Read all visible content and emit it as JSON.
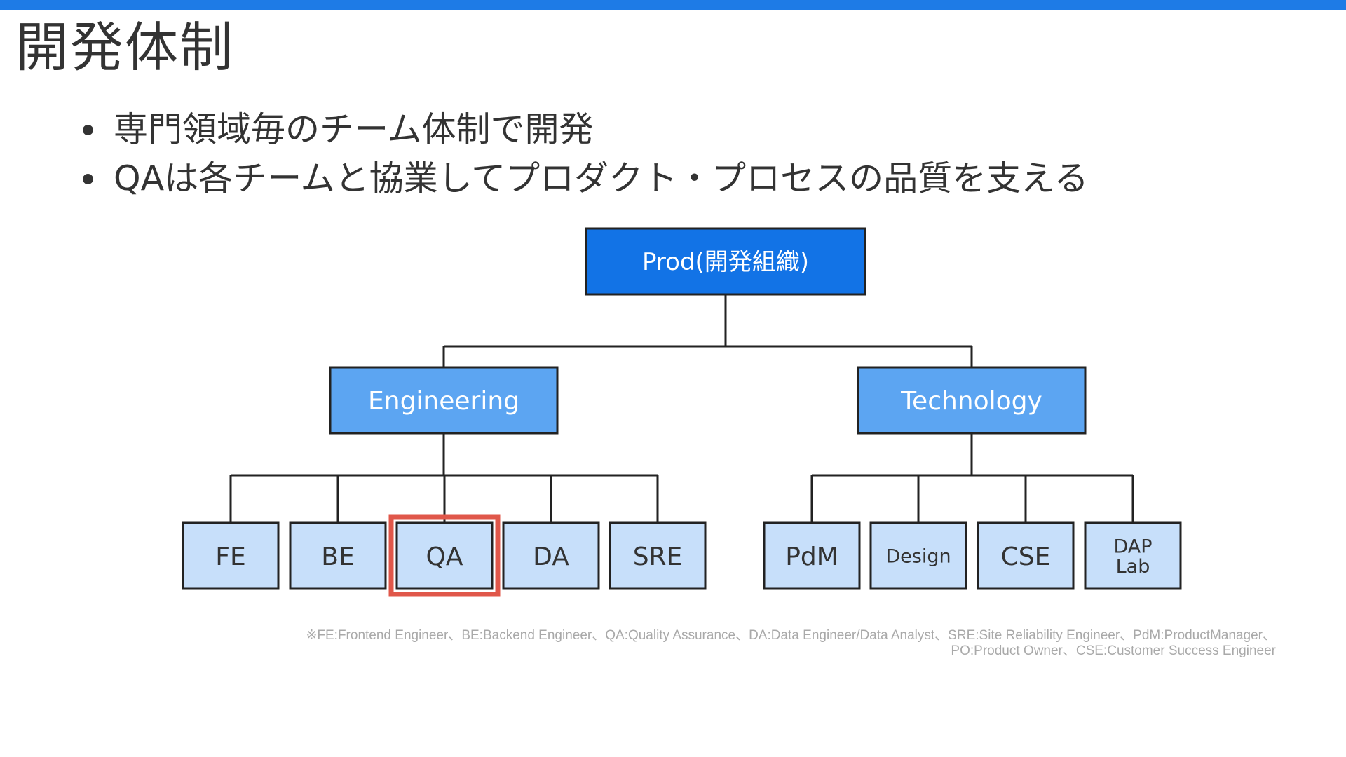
{
  "slide": {
    "title": "開発体制",
    "bullets": [
      "専門領域毎のチーム体制で開発",
      "QAは各チームと協業してプロダクト・プロセスの品質を支える"
    ]
  },
  "org_chart": {
    "root": {
      "label": "Prod(開発組織)"
    },
    "divisions": [
      {
        "label": "Engineering",
        "teams": [
          {
            "label": "FE",
            "highlighted": false
          },
          {
            "label": "BE",
            "highlighted": false
          },
          {
            "label": "QA",
            "highlighted": true
          },
          {
            "label": "DA",
            "highlighted": false
          },
          {
            "label": "SRE",
            "highlighted": false
          }
        ]
      },
      {
        "label": "Technology",
        "teams": [
          {
            "label": "PdM",
            "highlighted": false
          },
          {
            "label": "Design",
            "highlighted": false
          },
          {
            "label": "CSE",
            "highlighted": false
          },
          {
            "label": "DAP\nLab",
            "highlighted": false
          }
        ]
      }
    ]
  },
  "footnote": {
    "line1": "※FE:Frontend Engineer、BE:Backend Engineer、QA:Quality Assurance、DA:Data Engineer/Data Analyst、SRE:Site Reliability Engineer、PdM:ProductManager、",
    "line2": "PO:Product Owner、CSE:Customer Success Engineer"
  },
  "colors": {
    "top_bar": "#1E7BE6",
    "root_fill": "#1273E6",
    "division_fill": "#5CA5F2",
    "team_fill": "#C7DFFA",
    "highlight_border": "#E0574A",
    "stroke": "#222222"
  }
}
